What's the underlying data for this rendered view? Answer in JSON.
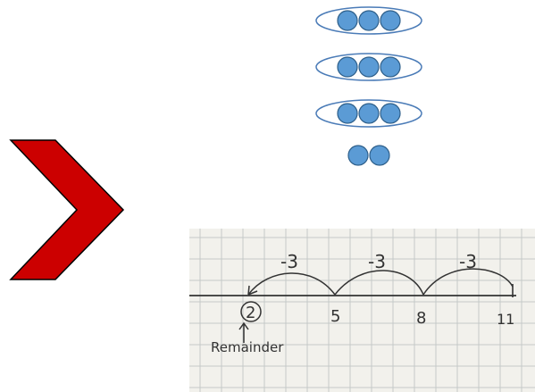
{
  "chevron": {
    "icon": "chevron-right-icon",
    "fill": "#cc0000",
    "stroke": "#000000"
  },
  "grouping": {
    "dot_color": "#5b9bd5",
    "dot_outline": "#2e5f8a",
    "group_outline": "#4a7bb7",
    "groups": [
      {
        "dots": 3,
        "circled": true
      },
      {
        "dots": 3,
        "circled": true
      },
      {
        "dots": 3,
        "circled": true
      },
      {
        "dots": 2,
        "circled": false
      }
    ]
  },
  "number_line": {
    "paper_color": "#f2f1ec",
    "grid_color": "#c5c9c8",
    "ink_color": "#333333",
    "points": [
      {
        "label": "2",
        "circled": true
      },
      {
        "label": "5",
        "circled": false
      },
      {
        "label": "8",
        "circled": false
      },
      {
        "label": "11",
        "circled": false
      }
    ],
    "jumps": [
      "-3",
      "-3",
      "-3"
    ],
    "remainder_label": "Remainder"
  }
}
